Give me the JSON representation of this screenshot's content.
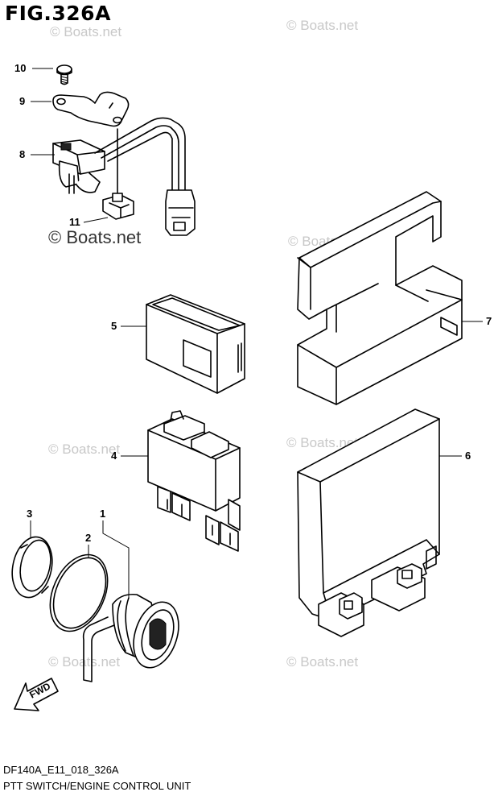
{
  "figure": {
    "title": "FIG.326A",
    "code": "DF140A_E11_018_326A",
    "name": "PTT SWITCH/ENGINE CONTROL UNIT"
  },
  "watermark": {
    "light": "© Boats.net",
    "dark": "© Boats.net"
  },
  "callouts": [
    "10",
    "9",
    "8",
    "11",
    "5",
    "7",
    "4",
    "6",
    "3",
    "2",
    "1"
  ],
  "fwd_label": "FWD"
}
